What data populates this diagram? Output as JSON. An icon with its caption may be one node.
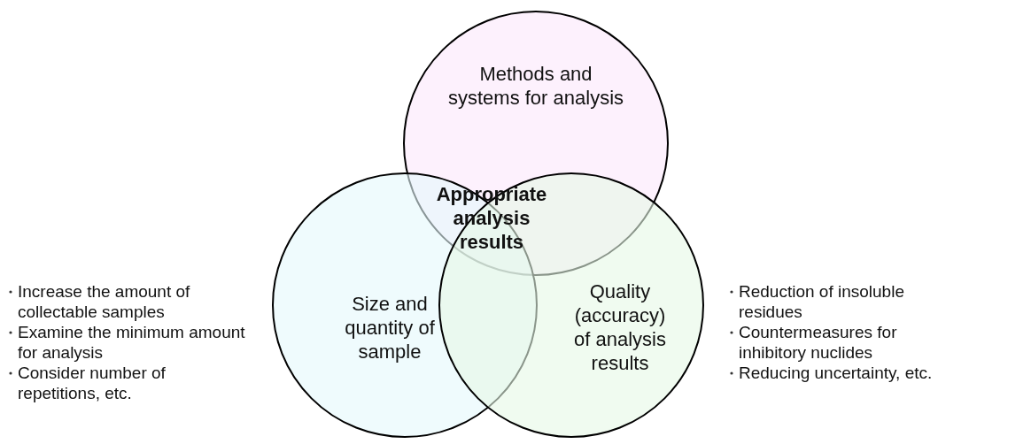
{
  "diagram": {
    "nodes": [
      {
        "text": [
          "Methods and systems for analysis"
        ]
      },
      {
        "text": [
          "Size and quantity of sample"
        ],
        "beside": [
          "Increase the amount of collectable samples",
          "Examine the minimum amount for analysis",
          "Consider number of repetitions, etc."
        ]
      },
      {
        "text": [
          "Quality (accuracy) of analysis results"
        ],
        "beside": [
          "Reduction of insoluble residues",
          "Countermeasures for inhibitory nuclides",
          "Reducing uncertainty, etc."
        ]
      }
    ],
    "labels": [
      "Appropriate analysis results"
    ]
  }
}
